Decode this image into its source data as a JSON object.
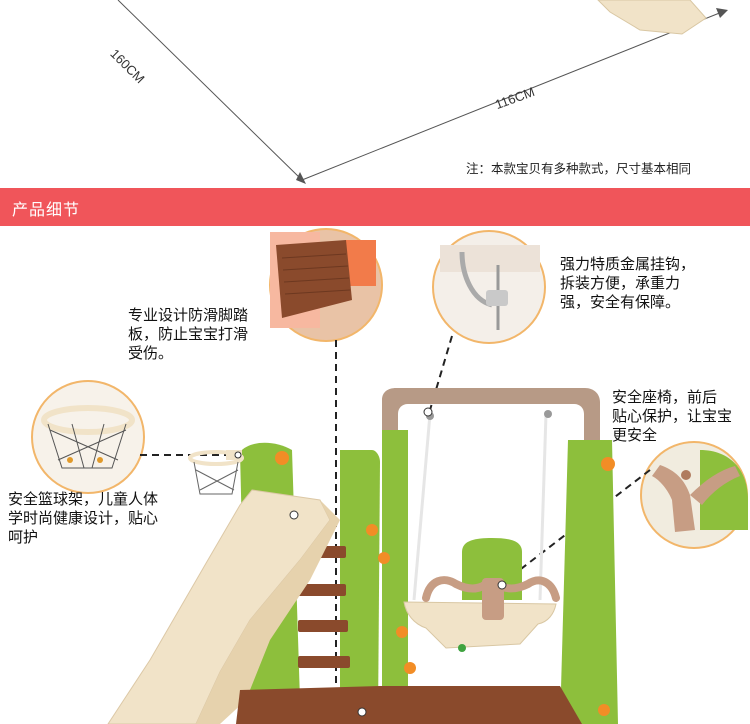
{
  "dimensions": {
    "height_label": "160CM",
    "width_label": "116CM"
  },
  "note": "注：本款宝贝有多种款式，尺寸基本相同",
  "section_title": "产品细节",
  "callouts": {
    "pedal": [
      "专业设计防滑脚踏",
      "板，防止宝宝打滑",
      "受伤。"
    ],
    "hook": [
      "强力特质金属挂钩，",
      "拆装方便，承重力",
      "强，安全有保障。"
    ],
    "seat": [
      "安全座椅，前后",
      "贴心保护，让宝宝",
      "更安全"
    ],
    "hoop": [
      "安全篮球架，儿童人体",
      "学时尚健康设计，贴心",
      "呵护"
    ]
  },
  "colors": {
    "band": "#f0555a",
    "green": "#8dbf3c",
    "brown": "#b79a86",
    "cream": "#f1e3c8",
    "step_brown": "#8a4a2c",
    "circle_border": "#f2b66a"
  }
}
